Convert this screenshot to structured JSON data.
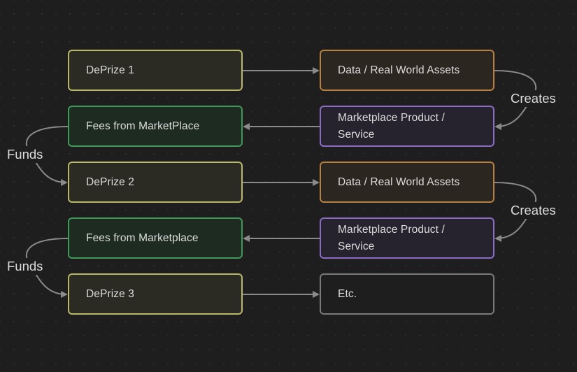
{
  "nodes": [
    {
      "id": "deprize1",
      "label": "DePrize 1",
      "kind": "deprize"
    },
    {
      "id": "assets1",
      "label": "Data / Real World Assets",
      "kind": "asset"
    },
    {
      "id": "fees1",
      "label": "Fees from MarketPlace",
      "kind": "fees"
    },
    {
      "id": "product1",
      "label": "Marketplace Product / Service",
      "kind": "product"
    },
    {
      "id": "deprize2",
      "label": "DePrize 2",
      "kind": "deprize"
    },
    {
      "id": "assets2",
      "label": "Data / Real World Assets",
      "kind": "asset"
    },
    {
      "id": "fees2",
      "label": "Fees from Marketplace",
      "kind": "fees"
    },
    {
      "id": "product2",
      "label": "Marketplace Product / Service",
      "kind": "product"
    },
    {
      "id": "deprize3",
      "label": "DePrize 3",
      "kind": "deprize"
    },
    {
      "id": "etc",
      "label": "Etc.",
      "kind": "etc"
    }
  ],
  "edges": [
    {
      "from": "deprize1",
      "to": "assets1",
      "label": ""
    },
    {
      "from": "assets1",
      "to": "product1",
      "label": "Creates"
    },
    {
      "from": "product1",
      "to": "fees1",
      "label": ""
    },
    {
      "from": "fees1",
      "to": "deprize2",
      "label": "Funds"
    },
    {
      "from": "deprize2",
      "to": "assets2",
      "label": ""
    },
    {
      "from": "assets2",
      "to": "product2",
      "label": "Creates"
    },
    {
      "from": "product2",
      "to": "fees2",
      "label": ""
    },
    {
      "from": "fees2",
      "to": "deprize3",
      "label": "Funds"
    },
    {
      "from": "deprize3",
      "to": "etc",
      "label": ""
    }
  ],
  "colors": {
    "background": "#1e1e1e",
    "edge": "#8a8a8a",
    "deprize": {
      "border": "#b9b86a",
      "fill": "#2b2b23"
    },
    "asset": {
      "border": "#b87f43",
      "fill": "#2c2620"
    },
    "fees": {
      "border": "#3f9a5a",
      "fill": "#1d2b21"
    },
    "product": {
      "border": "#8a6cc4",
      "fill": "#26232f"
    },
    "etc": {
      "border": "#7a7a7a",
      "fill": "#1e1e1e"
    }
  }
}
